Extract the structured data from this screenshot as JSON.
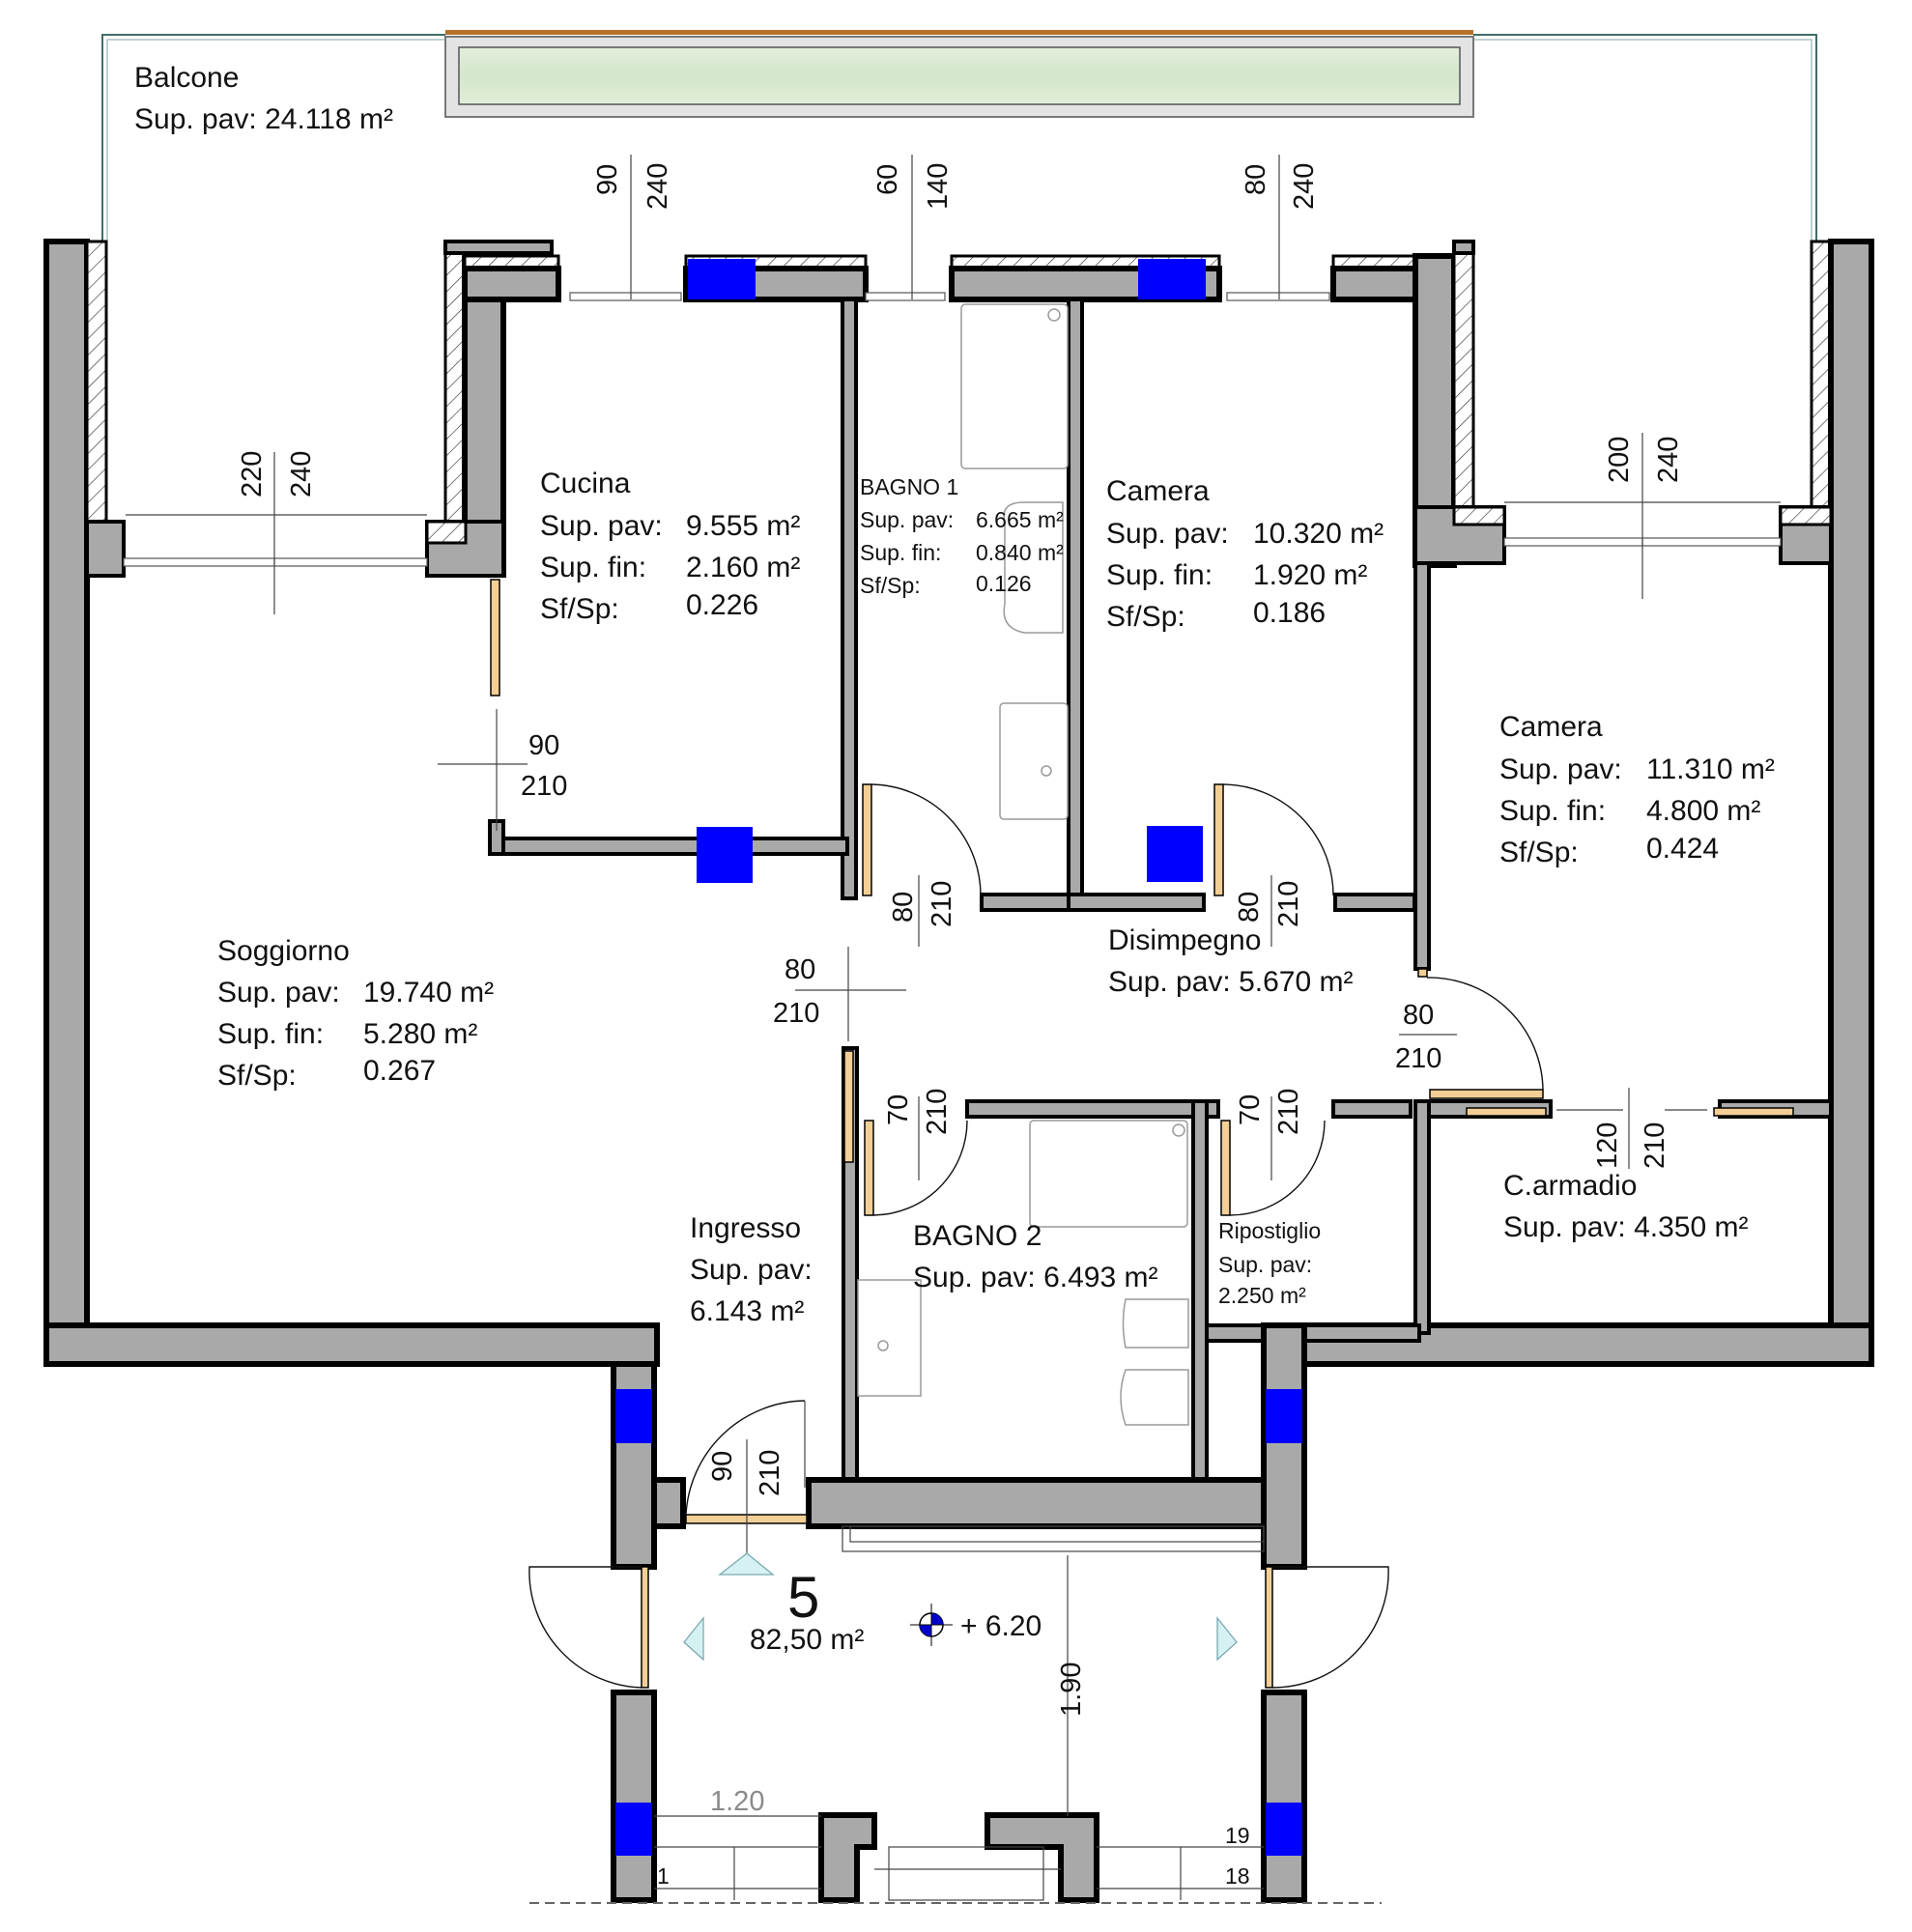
{
  "plan": {
    "unit_number": "5",
    "unit_area": "82,50 m²",
    "elevation_marker": "+ 6.20",
    "colors": {
      "wall_fill": "#a9a9a9",
      "pillar": "#0000ff",
      "door_leaf": "#f3cf96",
      "planter": "#d9ead3",
      "railing_top": "#b5702a"
    }
  },
  "rooms": {
    "balcone": {
      "name": "Balcone",
      "sup_pav": "Sup. pav: 24.118 m²"
    },
    "cucina": {
      "name": "Cucina",
      "sup_pav_label": "Sup. pav:",
      "sup_pav": "9.555 m²",
      "sup_fin_label": "Sup. fin:",
      "sup_fin": "2.160 m²",
      "ratio_label": "Sf/Sp:",
      "ratio": "0.226"
    },
    "bagno1": {
      "name": "BAGNO 1",
      "sup_pav_label": "Sup. pav:",
      "sup_pav": "6.665 m²",
      "sup_fin_label": "Sup. fin:",
      "sup_fin": "0.840 m²",
      "ratio_label": "Sf/Sp:",
      "ratio": "0.126"
    },
    "camera1": {
      "name": "Camera",
      "sup_pav_label": "Sup. pav:",
      "sup_pav": "10.320 m²",
      "sup_fin_label": "Sup. fin:",
      "sup_fin": "1.920 m²",
      "ratio_label": "Sf/Sp:",
      "ratio": "0.186"
    },
    "camera2": {
      "name": "Camera",
      "sup_pav_label": "Sup. pav:",
      "sup_pav": "11.310 m²",
      "sup_fin_label": "Sup. fin:",
      "sup_fin": "4.800 m²",
      "ratio_label": "Sf/Sp:",
      "ratio": "0.424"
    },
    "soggiorno": {
      "name": "Soggiorno",
      "sup_pav_label": "Sup. pav:",
      "sup_pav": "19.740 m²",
      "sup_fin_label": "Sup. fin:",
      "sup_fin": "5.280 m²",
      "ratio_label": "Sf/Sp:",
      "ratio": "0.267"
    },
    "disimpegno": {
      "name": "Disimpegno",
      "sup_pav": "Sup. pav: 5.670 m²"
    },
    "ingresso": {
      "name": "Ingresso",
      "sup_pav_label": "Sup. pav:",
      "sup_pav": "6.143 m²"
    },
    "bagno2": {
      "name": "BAGNO 2",
      "sup_pav": "Sup. pav: 6.493 m²"
    },
    "ripostiglio": {
      "name": "Ripostiglio",
      "sup_pav_label": "Sup. pav:",
      "sup_pav": "2.250 m²"
    },
    "carmadio": {
      "name": "C.armadio",
      "sup_pav": "Sup. pav: 4.350 m²"
    }
  },
  "openings": {
    "win_soggiorno": {
      "w": "220",
      "h": "240"
    },
    "win_cucina": {
      "w": "90",
      "h": "240"
    },
    "win_bagno1": {
      "w": "60",
      "h": "140"
    },
    "win_camera1": {
      "w": "80",
      "h": "240"
    },
    "win_camera2": {
      "w": "200",
      "h": "240"
    },
    "door_cucina": {
      "w": "90",
      "h": "210"
    },
    "door_bagno1": {
      "w": "80",
      "h": "210"
    },
    "door_camera1": {
      "w": "80",
      "h": "210"
    },
    "door_soggiorno": {
      "w": "80",
      "h": "210"
    },
    "door_camera2": {
      "w": "80",
      "h": "210"
    },
    "door_ingresso_bagno2": {
      "w": "70",
      "h": "210"
    },
    "door_ripostiglio": {
      "w": "70",
      "h": "210"
    },
    "door_carmadio": {
      "w": "120",
      "h": "210"
    },
    "door_entrance": {
      "w": "90",
      "h": "210"
    }
  },
  "stairs": {
    "landing_depth": "1.90",
    "flight_width": "1.20",
    "step_left": "1",
    "step_right_upper": "19",
    "step_right_lower": "18"
  }
}
